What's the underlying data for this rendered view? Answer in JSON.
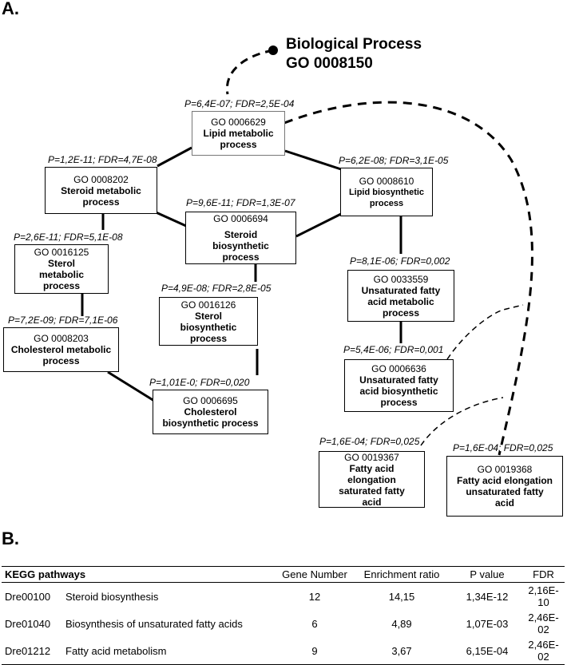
{
  "panel_a_label": "A.",
  "panel_b_label": "B.",
  "root": {
    "title_line1": "Biological Process",
    "title_line2": "GO 0008150"
  },
  "nodes": {
    "n6629": {
      "id": "GO 0006629",
      "name": "Lipid metabolic process",
      "stat": "P=6,4E-07; FDR=2,5E-04"
    },
    "n8202": {
      "id": "GO 0008202",
      "name": "Steroid metabolic process",
      "stat": "P=1,2E-11; FDR=4,7E-08"
    },
    "n8610": {
      "id": "GO 0008610",
      "name": "Lipid biosynthetic process",
      "stat": "P=6,2E-08; FDR=3,1E-05"
    },
    "n6694": {
      "id": "GO 0006694",
      "name": "Steroid biosynthetic process",
      "stat": "P=9,6E-11; FDR=1,3E-07"
    },
    "n16125": {
      "id": "GO 0016125",
      "name": "Sterol metabolic process",
      "stat": "P=2,6E-11; FDR=5,1E-08"
    },
    "n33559": {
      "id": "GO 0033559",
      "name": "Unsaturated fatty acid metabolic process",
      "stat": "P=8,1E-06; FDR=0,002"
    },
    "n16126": {
      "id": "GO 0016126",
      "name": "Sterol biosynthetic process",
      "stat": "P=4,9E-08; FDR=2,8E-05"
    },
    "n8203": {
      "id": "GO 0008203",
      "name": "Cholesterol metabolic process",
      "stat": "P=7,2E-09; FDR=7,1E-06"
    },
    "n6636": {
      "id": "GO 0006636",
      "name": "Unsaturated fatty acid biosynthetic process",
      "stat": "P=5,4E-06; FDR=0,001"
    },
    "n6695": {
      "id": "GO 0006695",
      "name": "Cholesterol biosynthetic process",
      "stat": "P=1,01E-0; FDR=0,020"
    },
    "n19367": {
      "id": "GO 0019367",
      "name": "Fatty acid elongation saturated fatty acid",
      "stat": "P=1,6E-04; FDR=0,025"
    },
    "n19368": {
      "id": "GO 0019368",
      "name": "Fatty acid elongation unsaturated fatty acid",
      "stat": "P=1,6E-04; FDR=0,025"
    }
  },
  "kegg": {
    "headers": [
      "KEGG pathways",
      "Gene Number",
      "Enrichment ratio",
      "P value",
      "FDR"
    ],
    "rows": [
      {
        "code": "Dre00100",
        "name": "Steroid biosynthesis",
        "genes": "12",
        "ratio": "14,15",
        "p": "1,34E-12",
        "fdr": "2,16E-10"
      },
      {
        "code": "Dre01040",
        "name": "Biosynthesis of unsaturated fatty acids",
        "genes": "6",
        "ratio": "4,89",
        "p": "1,07E-03",
        "fdr": "2,46E-02"
      },
      {
        "code": "Dre01212",
        "name": "Fatty acid metabolism",
        "genes": "9",
        "ratio": "3,67",
        "p": "6,15E-04",
        "fdr": "2,46E-02"
      }
    ]
  }
}
